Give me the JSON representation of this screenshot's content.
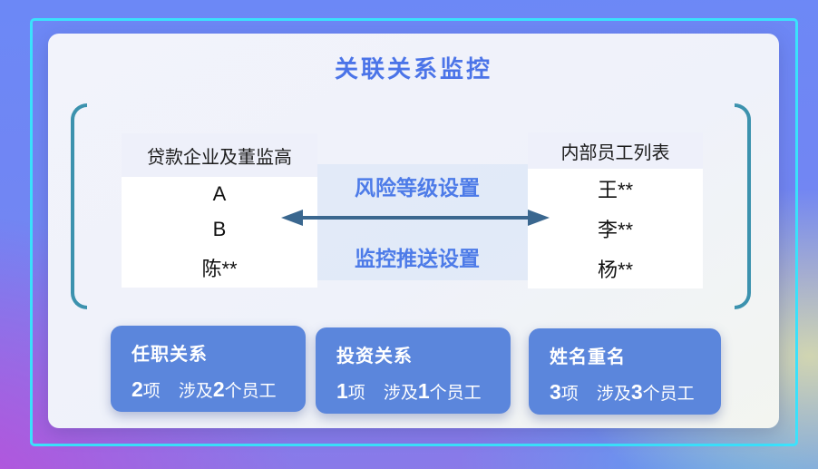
{
  "title": "关联关系监控",
  "monitor_scope": {
    "left_table": {
      "header": "贷款企业及董监高",
      "rows": [
        "A",
        "B",
        "陈**"
      ]
    },
    "right_table": {
      "header": "内部员工列表",
      "rows": [
        "王**",
        "李**",
        "杨**"
      ]
    },
    "link_labels": {
      "top": "风险等级设置",
      "bottom": "监控推送设置"
    },
    "arrow_icon": "double-headed-arrow"
  },
  "stats": [
    {
      "label": "任职关系",
      "count": "2",
      "count_unit": "项",
      "involve_prefix": "涉及",
      "involve_count": "2",
      "involve_unit": "个员工"
    },
    {
      "label": "投资关系",
      "count": "1",
      "count_unit": "项",
      "involve_prefix": "涉及",
      "involve_count": "1",
      "involve_unit": "个员工"
    },
    {
      "label": "姓名重名",
      "count": "3",
      "count_unit": "项",
      "involve_prefix": "涉及",
      "involve_count": "3",
      "involve_unit": "个员工"
    }
  ],
  "colors": {
    "title_blue": "#4B74E8",
    "label_blue": "#4D7BE8",
    "stat_card_blue": "#5B86DC",
    "bracket_teal": "#3C92AE",
    "arrow_steel_blue": "#3A678F",
    "frame_cyan": "#3BE2FC",
    "table_header_bg": "#EEF0FA",
    "card_bg": "#F2F3FB"
  }
}
